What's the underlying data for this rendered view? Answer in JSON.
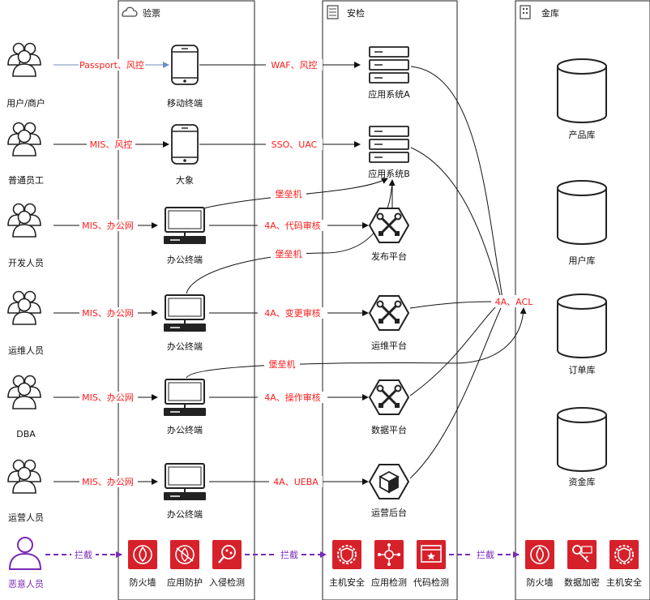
{
  "zones": {
    "yanpiao": {
      "title": "验票"
    },
    "anjian": {
      "title": "安检"
    },
    "jinku": {
      "title": "金库"
    }
  },
  "actors": {
    "merchant": "用户/商户",
    "employee": "普通员工",
    "developer": "开发人员",
    "ops": "运维人员",
    "dba": "DBA",
    "operations": "运营人员",
    "malicious": "恶意人员"
  },
  "terminals": {
    "mobile": "移动终端",
    "daxiang": "大象",
    "office1": "办公终端",
    "office2": "办公终端",
    "office3": "办公终端",
    "office4": "办公终端"
  },
  "systems": {
    "app_a": "应用系统A",
    "app_b": "应用系统B",
    "release": "发布平台",
    "ops_platform": "运维平台",
    "data_platform": "数据平台",
    "ops_backend": "运营后台"
  },
  "databases": {
    "product": "产品库",
    "user": "用户库",
    "order": "订单库",
    "fund": "资金库"
  },
  "edge_labels": {
    "passport": "Passport、风控",
    "mis_risk": "MIS、风控",
    "mis_office_1": "MIS、办公网",
    "mis_office_2": "MIS、办公网",
    "mis_office_3": "MIS、办公网",
    "mis_office_4": "MIS、办公网",
    "waf": "WAF、风控",
    "sso": "SSO、UAC",
    "code_review": "4A、代码审核",
    "change_review": "4A、变更审核",
    "op_review": "4A、操作审核",
    "ueba": "4A、UEBA",
    "bastion_1": "堡垒机",
    "bastion_2": "堡垒机",
    "bastion_3": "堡垒机",
    "acl": "4A、ACL",
    "block_1": "拦截",
    "block_2": "拦截",
    "block_3": "拦截"
  },
  "defenses": {
    "firewall_1": "防火墙",
    "app_protect": "应用防护",
    "intrusion": "入侵检测",
    "host_sec_1": "主机安全",
    "app_detect": "应用检测",
    "code_detect": "代码检测",
    "firewall_2": "防火墙",
    "data_encrypt": "数据加密",
    "host_sec_2": "主机安全"
  },
  "colors": {
    "defense_red": "#d6212b",
    "malicious_purple": "#7a2ab5",
    "label_red": "#ff1a1a",
    "arrow_blue": "#6c8ebf"
  }
}
